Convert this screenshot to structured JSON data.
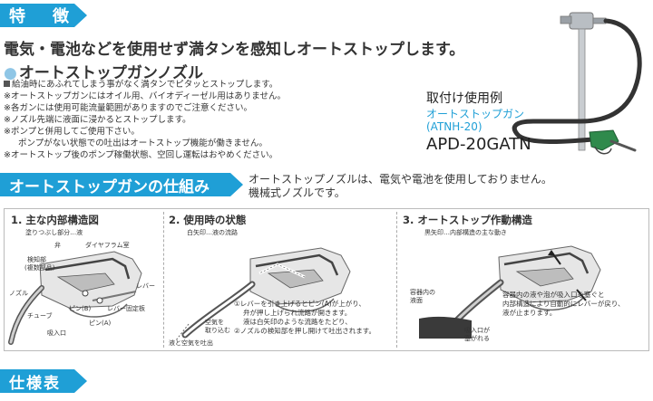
{
  "sections": {
    "features_title": "特　徴",
    "mechanism_title": "オートストップガンの仕組み",
    "specs_title": "仕様表"
  },
  "features": {
    "headline": "電気・電池などを使用せず満タンを感知しオートストップします。",
    "subhead": "オートストップガンノズル",
    "notes": [
      "給油時にあふれてしまう事がなく満タンでピタッとストップします。",
      "※オートストップガンにはオイル用、バイオディーゼル用はありません。",
      "※各ガンには使用可能流量範囲がありますのでご注意ください。",
      "※ノズル先端に液面に浸かるとストップします。",
      "※ポンプと併用してご使用下さい。",
      "ポンプがない状態での吐出はオートストップ機能が働きません。",
      "※オートストップ後のポンプ稼働状態、空回し運転はおやめください。"
    ]
  },
  "photo": {
    "title": "取付け使用例",
    "gun_label_line1": "オートストップガン",
    "gun_label_line2": "(ATNH-20)",
    "model": "APD-20GATN"
  },
  "mechanism": {
    "desc_line1": "オートストップノズルは、電気や電池を使用しておりません。",
    "desc_line2": "機械式ノズルです。"
  },
  "panels": {
    "p1": {
      "title": "1. 主な内部構造図",
      "legend": "塗りつぶし部分…液",
      "labels": {
        "valve": "弁",
        "diaphragm": "ダイヤフラム室",
        "sensor_line1": "検知部",
        "sensor_line2": "(複数部品)",
        "nozzle": "ノズル",
        "lever": "レバー",
        "pin_b": "ピン(B)",
        "lever_plate": "レバー固定板",
        "tube": "チューブ",
        "pin_a": "ピン(A)",
        "intake": "吸入口"
      }
    },
    "p2": {
      "title": "2. 使用時の状態",
      "legend": "白矢印…液の流路",
      "step1_line1": "①レバーを引き上げるとピン(A)が上がり、",
      "step1_line2": "弁が押し上げられ流路が開きます。",
      "step1_line3": "液は白矢印のような流路をたどり、",
      "step2": "②ノズルの検知部を押し開けて吐出されます。",
      "air_line1": "空気を",
      "air_line2": "取り込む",
      "bottom": "液と空気を吐出"
    },
    "p3": {
      "title": "3. オートストップ作動構造",
      "legend": "黒矢印…内部構造の主な動き",
      "surface_line1": "容器内の",
      "surface_line2": "液面",
      "desc_line1": "容器内の液や泡が吸入口を塞ぐと",
      "desc_line2": "内部構造により自動的にレバーが戻り、",
      "desc_line3": "液が止まります。",
      "intake_line1": "吸入口が",
      "intake_line2": "塞がれる"
    }
  },
  "colors": {
    "band": "#1f9fd6",
    "accent_text": "#1f9fd6",
    "dot": "#8fc6e6"
  }
}
